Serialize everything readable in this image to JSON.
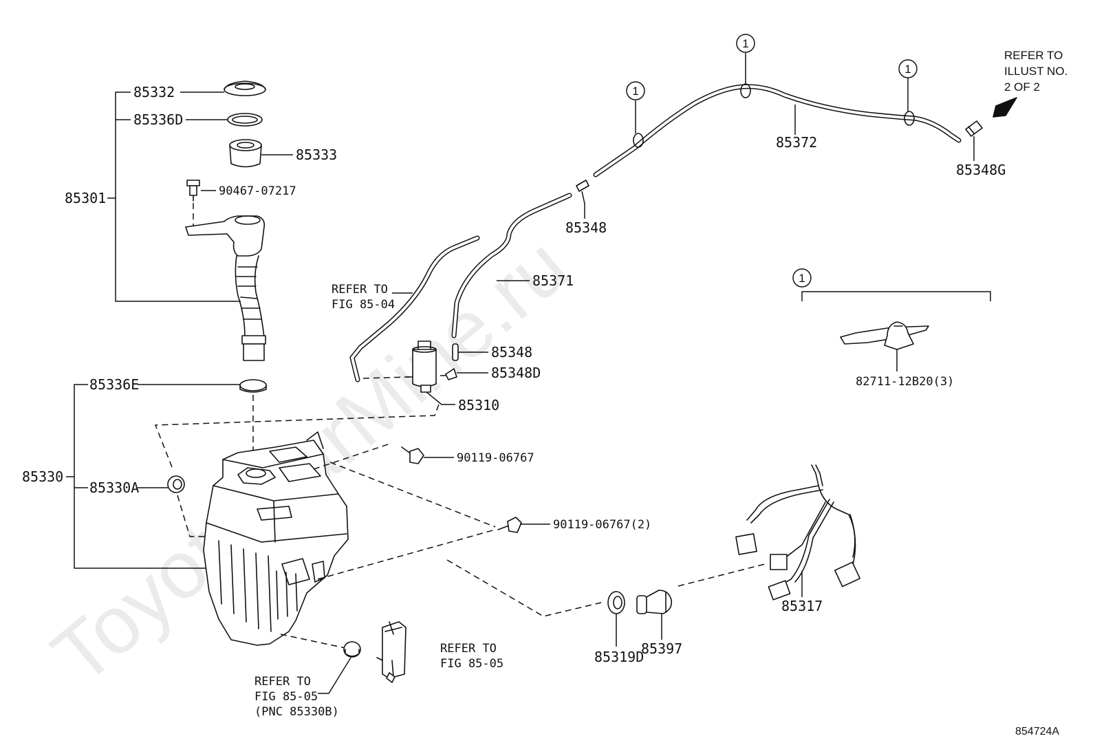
{
  "watermark": "ToyotaCarMine.ru",
  "diagram_id": "854724A",
  "callout_marker": "1",
  "labels": {
    "p85332": "85332",
    "p85336D": "85336D",
    "p85333": "85333",
    "p90467": "90467-07217",
    "p85301": "85301",
    "p85336E": "85336E",
    "p85330": "85330",
    "p85330A": "85330A",
    "p85310": "85310",
    "p85348a": "85348",
    "p85348D": "85348D",
    "p85348b": "85348",
    "p85371": "85371",
    "p85372": "85372",
    "p85348G": "85348G",
    "p90119a": "90119-06767",
    "p90119b": "90119-06767(2)",
    "p82711": "82711-12B20(3)",
    "p85317": "85317",
    "p85397": "85397",
    "p85319D": "85319D"
  },
  "refs": {
    "fig8504": [
      "REFER TO",
      "FIG 85-04"
    ],
    "fig8505_right": [
      "REFER TO",
      "FIG 85-05"
    ],
    "fig8505_left": [
      "REFER TO",
      "FIG 85-05",
      "(PNC 85330B)"
    ],
    "illust": [
      "REFER TO",
      "ILLUST NO.",
      "2 OF 2"
    ]
  }
}
